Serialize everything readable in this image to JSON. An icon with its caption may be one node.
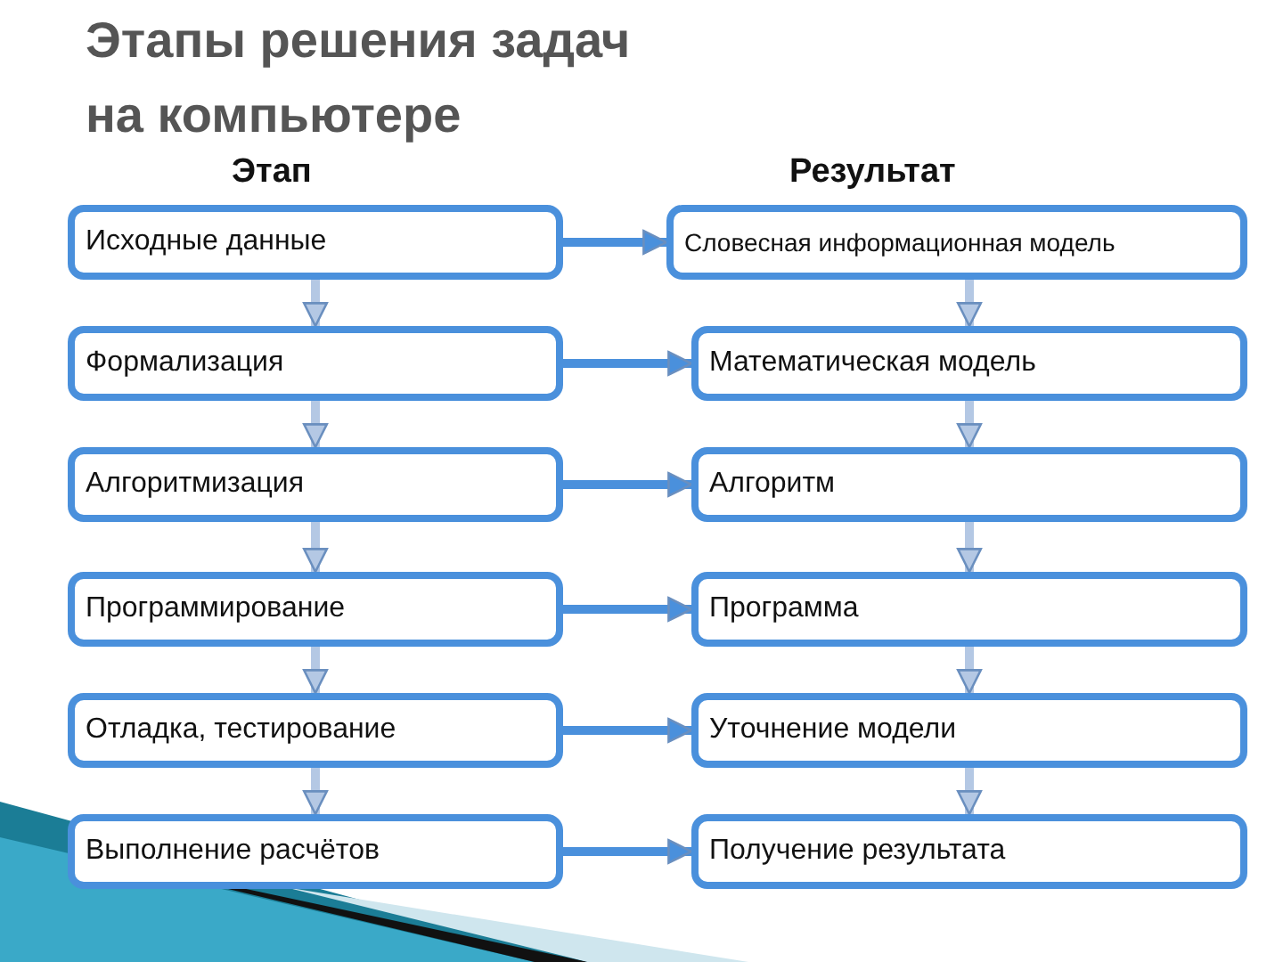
{
  "diagram": {
    "title": "Этапы решения задач на компьютере",
    "nodes": [
      {
        "text": [
          "Исходные данные"
        ]
      },
      {
        "text": [
          "Формализация"
        ]
      },
      {
        "text": [
          "Алгоритмизация"
        ]
      },
      {
        "text": [
          "Программирование"
        ]
      },
      {
        "text": [
          "Отладка, тестирование"
        ]
      },
      {
        "text": [
          "Выполнение расчётов"
        ]
      },
      {
        "text": [
          "Словесная информационная модель"
        ]
      },
      {
        "text": [
          "Математическая модель"
        ]
      },
      {
        "text": [
          "Алгоритм"
        ]
      },
      {
        "text": [
          "Программа"
        ]
      },
      {
        "text": [
          "Уточнение модели"
        ]
      },
      {
        "text": [
          "Получение результата"
        ]
      }
    ],
    "edges": [
      {
        "from": 0,
        "to": 6,
        "arrow": "to",
        "color": "#4a90dc"
      },
      {
        "from": 1,
        "to": 7,
        "arrow": "to",
        "color": "#4a90dc"
      },
      {
        "from": 2,
        "to": 8,
        "arrow": "to",
        "color": "#4a90dc"
      },
      {
        "from": 3,
        "to": 9,
        "arrow": "to",
        "color": "#4a90dc"
      },
      {
        "from": 4,
        "to": 10,
        "arrow": "to",
        "color": "#4a90dc"
      },
      {
        "from": 5,
        "to": 11,
        "arrow": "to",
        "color": "#4a90dc"
      },
      {
        "from": 0,
        "to": 1,
        "arrow": "to"
      },
      {
        "from": 1,
        "to": 2,
        "arrow": "to"
      },
      {
        "from": 2,
        "to": 3,
        "arrow": "to"
      },
      {
        "from": 3,
        "to": 4,
        "arrow": "to"
      },
      {
        "from": 4,
        "to": 5,
        "arrow": "to"
      },
      {
        "from": 6,
        "to": 7,
        "arrow": "to"
      },
      {
        "from": 7,
        "to": 8,
        "arrow": "to"
      },
      {
        "from": 8,
        "to": 9,
        "arrow": "to"
      },
      {
        "from": 9,
        "to": 10,
        "arrow": "to"
      },
      {
        "from": 10,
        "to": 11,
        "arrow": "to"
      }
    ],
    "labels": [
      "Этап",
      "Результат"
    ]
  }
}
